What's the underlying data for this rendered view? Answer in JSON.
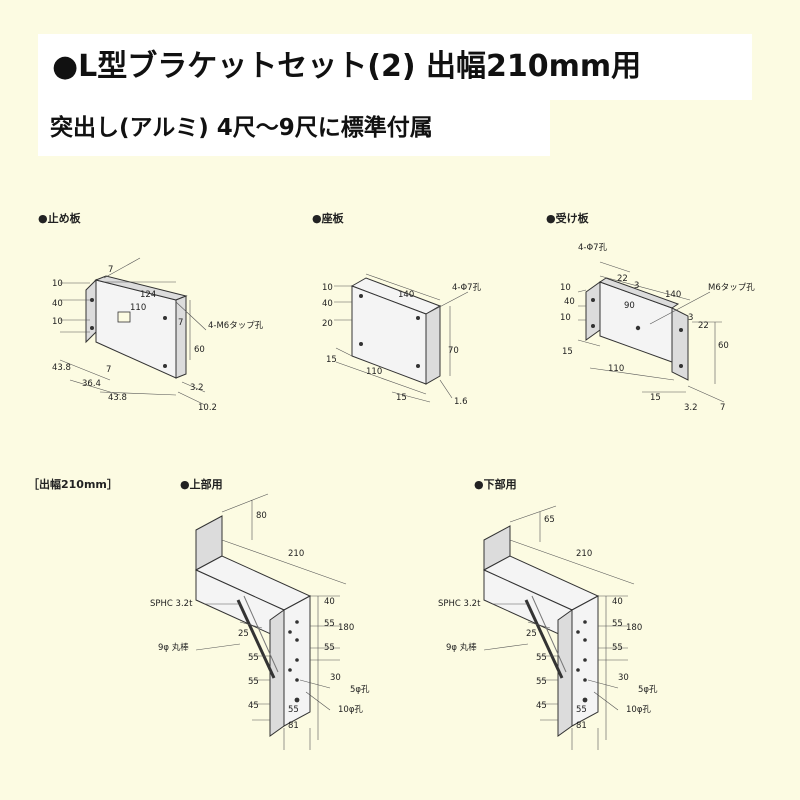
{
  "header": {
    "title": "●L型ブラケットセット(2)  出幅210mm用",
    "subtitle": "突出し(アルミ) 4尺〜9尺に標準付属"
  },
  "parts": {
    "stop_plate": {
      "label": "●止め板",
      "dims": [
        "10",
        "7",
        "124",
        "110",
        "40",
        "10",
        "7",
        "4-M6タップ孔",
        "60",
        "43.8",
        "7",
        "36.4",
        "43.8",
        "3.2",
        "10.2"
      ]
    },
    "seat_plate": {
      "label": "●座板",
      "dims": [
        "10",
        "140",
        "4-Φ7孔",
        "40",
        "20",
        "70",
        "15",
        "110",
        "15",
        "1.6"
      ]
    },
    "receiver_plate": {
      "label": "●受け板",
      "dims": [
        "4-Φ7孔",
        "10",
        "22",
        "3",
        "140",
        "M6タップ孔",
        "40",
        "90",
        "10",
        "3",
        "22",
        "60",
        "15",
        "110",
        "15",
        "3.2",
        "7"
      ]
    }
  },
  "section_label": "［出幅210mm］",
  "brackets": {
    "upper": {
      "label": "●上部用",
      "top": "80",
      "width": "210",
      "material": "SPHC 3.2t",
      "rod": "9φ 丸棒",
      "right_dims": [
        "40",
        "55",
        "180",
        "55"
      ],
      "left_dims": [
        "25",
        "55",
        "55",
        "45"
      ],
      "small_dim": "30",
      "hole5": "5φ孔",
      "hole10": "10φ孔",
      "bottom_dims": [
        "55",
        "81"
      ]
    },
    "lower": {
      "label": "●下部用",
      "top": "65",
      "width": "210",
      "material": "SPHC 3.2t",
      "rod": "9φ 丸棒",
      "right_dims": [
        "40",
        "55",
        "180",
        "55"
      ],
      "left_dims": [
        "25",
        "55",
        "55",
        "45"
      ],
      "small_dim": "30",
      "hole5": "5φ孔",
      "hole10": "10φ孔",
      "bottom_dims": [
        "55",
        "81"
      ]
    }
  }
}
